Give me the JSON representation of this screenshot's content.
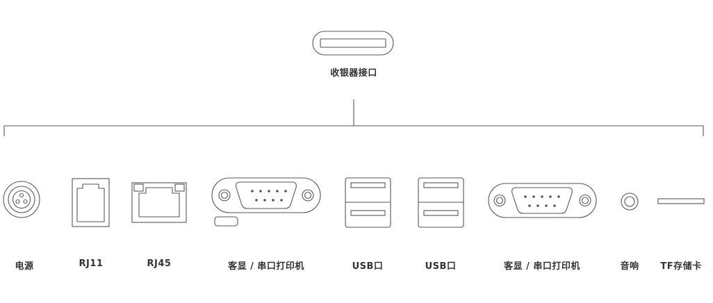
{
  "hub": {
    "label": "收银器接口",
    "icon": "usb-c-port-icon"
  },
  "ports": [
    {
      "label": "电源",
      "icon": "power-port-icon"
    },
    {
      "label": "RJ11",
      "icon": "rj11-port-icon"
    },
    {
      "label": "RJ45",
      "icon": "rj45-port-icon"
    },
    {
      "label": "客显 / 串口打印机",
      "icon": "serial-port-icon"
    },
    {
      "label": "USB口",
      "icon": "usb-port-icon"
    },
    {
      "label": "USB口",
      "icon": "usb-port-icon"
    },
    {
      "label": "客显 / 串口打印机",
      "icon": "serial-port-icon"
    },
    {
      "label": "音响",
      "icon": "audio-jack-icon"
    },
    {
      "label": "TF存储卡",
      "icon": "tf-card-slot-icon"
    }
  ],
  "colors": {
    "stroke": "#555555",
    "text": "#333333"
  }
}
